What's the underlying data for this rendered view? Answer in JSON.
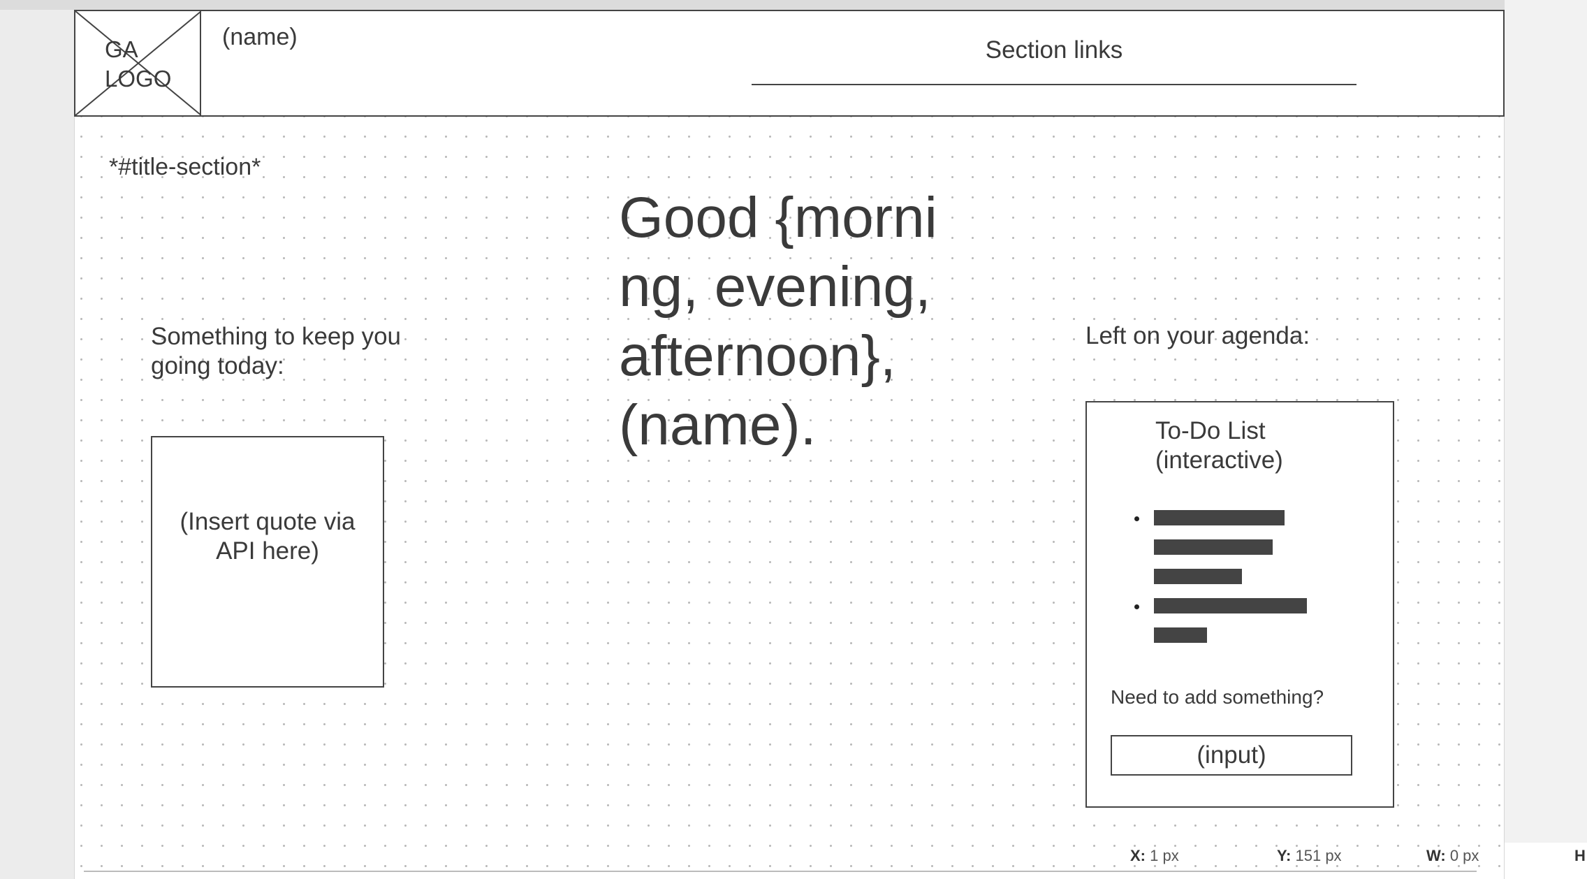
{
  "header": {
    "logo_text": "GA LOGO",
    "name": "(name)",
    "section_links": "Section links"
  },
  "title_section": {
    "tag": "*#title-section*",
    "motivation_label": "Something to keep you going today:",
    "quote_placeholder": "(Insert quote via API here)",
    "greeting": "Good {morning, evening,afternoon}, (name).",
    "agenda_label": "Left on your agenda:"
  },
  "todo": {
    "title": "To-Do List (interactive)",
    "add_prompt": "Need to add something?",
    "input_placeholder": "(input)"
  },
  "statusbar": {
    "x_label": "X:",
    "x_value": "1 px",
    "y_label": "Y:",
    "y_value": "151 px",
    "w_label": "W:",
    "w_value": "0 px",
    "h_label": "H"
  },
  "colors": {
    "ink": "#3a3a3a",
    "line": "#444444",
    "canvas": "#ffffff",
    "grid_dot": "#b9b9b9",
    "workspace": "#ececec"
  },
  "icons": {
    "logo_placeholder": "image-placeholder-icon"
  }
}
